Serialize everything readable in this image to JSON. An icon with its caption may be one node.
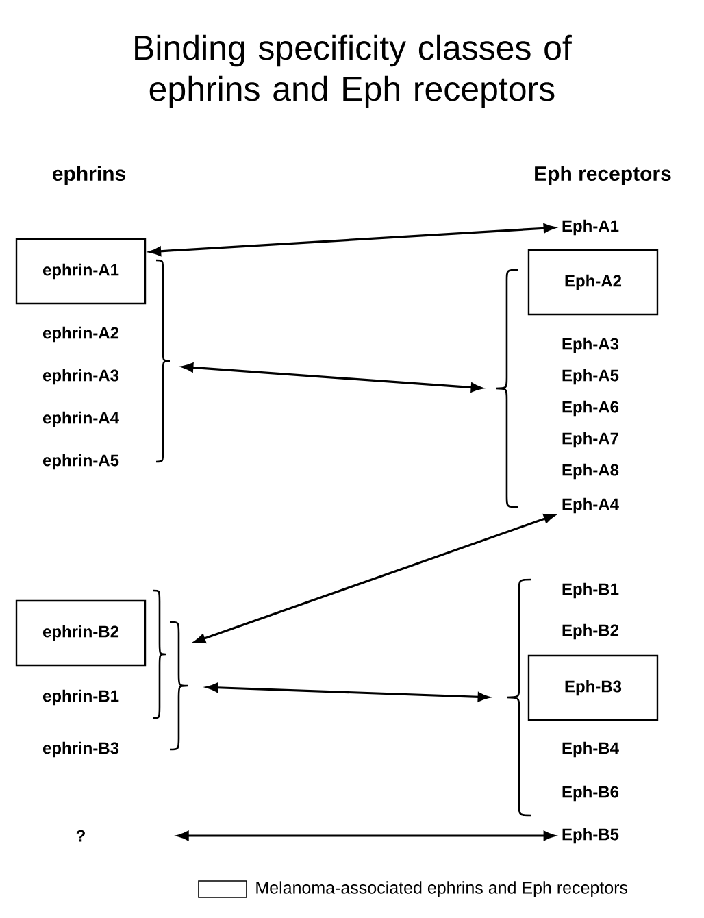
{
  "diagram": {
    "title": "Binding specificity classes of ephrins and Eph receptors",
    "nodes": [
      {
        "text": [
          "ephrin-A1"
        ]
      },
      {
        "text": [
          "ephrin-A2"
        ]
      },
      {
        "text": [
          "ephrin-A3"
        ]
      },
      {
        "text": [
          "ephrin-A4"
        ]
      },
      {
        "text": [
          "ephrin-A5"
        ]
      },
      {
        "text": [],
        "shape": "brace"
      },
      {
        "text": [
          "Eph-A1"
        ]
      },
      {
        "text": [],
        "shape": "brace"
      },
      {
        "text": [
          "Eph-A2"
        ]
      },
      {
        "text": [
          "Eph-A3"
        ]
      },
      {
        "text": [
          "Eph-A5"
        ]
      },
      {
        "text": [
          "Eph-A6"
        ]
      },
      {
        "text": [
          "Eph-A7"
        ]
      },
      {
        "text": [
          "Eph-A8"
        ]
      },
      {
        "text": [
          "Eph-A4"
        ]
      },
      {
        "text": [],
        "shape": "brace"
      },
      {
        "text": [],
        "shape": "brace"
      },
      {
        "text": [
          "ephrin-B2"
        ]
      },
      {
        "text": [
          "ephrin-B1"
        ]
      },
      {
        "text": [
          "ephrin-B3"
        ]
      },
      {
        "text": [],
        "shape": "brace"
      },
      {
        "text": [
          "Eph-B1"
        ]
      },
      {
        "text": [
          "Eph-B2"
        ]
      },
      {
        "text": [
          "Eph-B3"
        ]
      },
      {
        "text": [
          "Eph-B4"
        ]
      },
      {
        "text": [
          "Eph-B6"
        ]
      },
      {
        "text": [
          "?"
        ]
      },
      {
        "text": [
          "Eph-B5"
        ]
      }
    ],
    "edges": [
      {
        "from": 0,
        "to": 6,
        "arrow": "both"
      },
      {
        "from": 5,
        "to": 7,
        "arrow": "both"
      },
      {
        "from": 14,
        "to": 16,
        "arrow": "both"
      },
      {
        "from": 16,
        "to": 20,
        "arrow": "both"
      },
      {
        "from": 26,
        "to": 27,
        "arrow": "both"
      }
    ],
    "labels": [
      "ephrins",
      "Eph receptors"
    ],
    "legend": [
      {
        "text": "Melanoma-associated ephrins and Eph receptors"
      }
    ]
  }
}
